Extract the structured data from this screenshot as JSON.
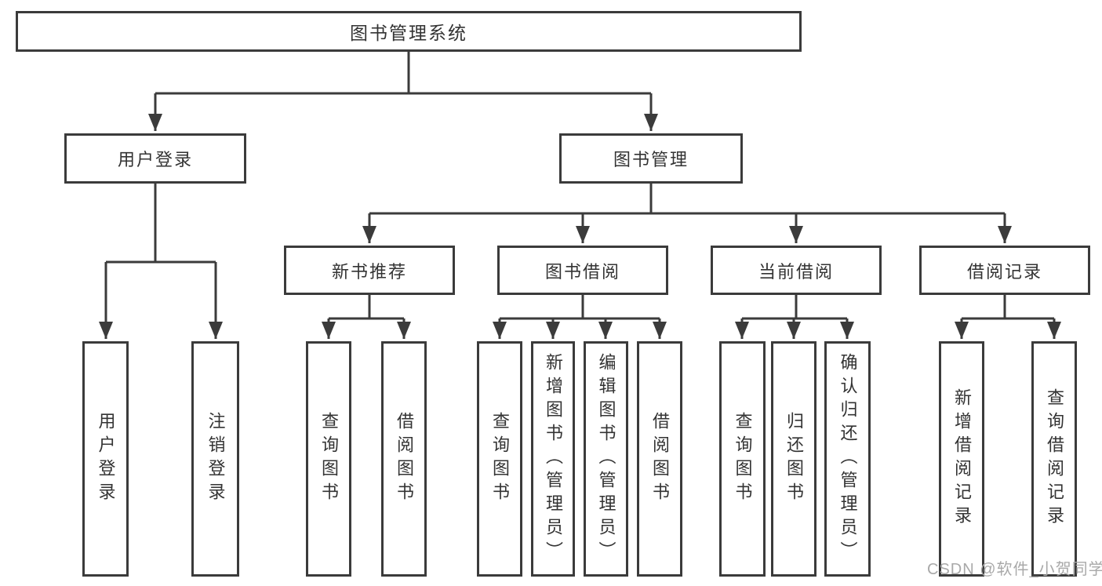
{
  "tree": {
    "label": "图书管理系统",
    "children": [
      {
        "label": "用户登录",
        "children": [
          {
            "label": "用户登录"
          },
          {
            "label": "注销登录"
          }
        ]
      },
      {
        "label": "图书管理",
        "children": [
          {
            "label": "新书推荐",
            "children": [
              {
                "label": "查询图书"
              },
              {
                "label": "借阅图书"
              }
            ]
          },
          {
            "label": "图书借阅",
            "children": [
              {
                "label": "查询图书"
              },
              {
                "label": "新增图书（管理员）"
              },
              {
                "label": "编辑图书（管理员）"
              },
              {
                "label": "借阅图书"
              }
            ]
          },
          {
            "label": "当前借阅",
            "children": [
              {
                "label": "查询图书"
              },
              {
                "label": "归还图书"
              },
              {
                "label": "确认归还（管理员）"
              }
            ]
          },
          {
            "label": "借阅记录",
            "children": [
              {
                "label": "新增借阅记录"
              },
              {
                "label": "查询借阅记录"
              }
            ]
          }
        ]
      }
    ]
  },
  "watermark": {
    "text": "CSDN @软件_小贺同学"
  },
  "colors": {
    "line": "#3b3b3b",
    "text": "#333333",
    "watermark": "#a9a9a9",
    "background": "#ffffff"
  }
}
